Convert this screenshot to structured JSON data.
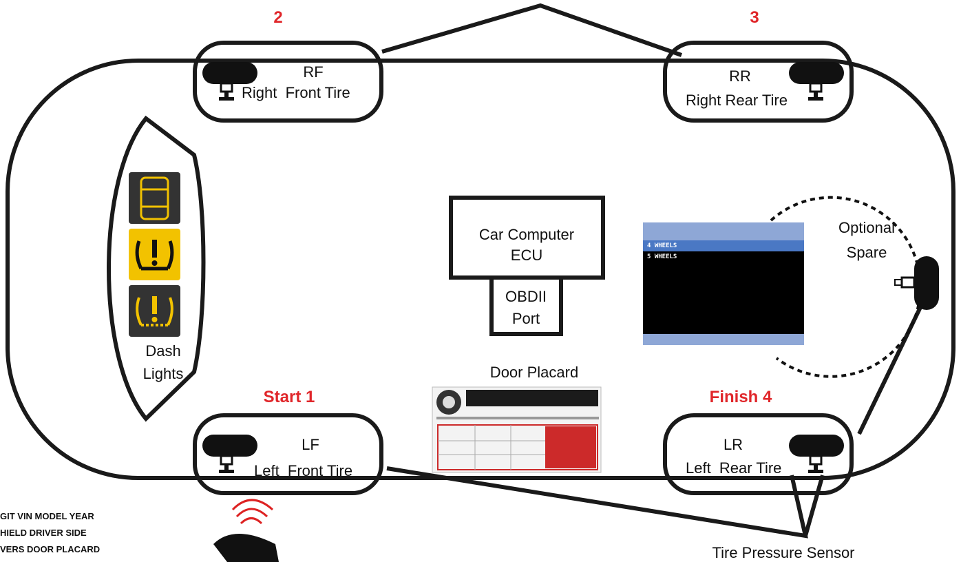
{
  "sequence": {
    "step_rf": "2",
    "step_rr": "3",
    "step_lf": "Start 1",
    "step_lr": "Finish 4"
  },
  "tires": {
    "rf": {
      "code": "RF",
      "name": "Right  Front Tire"
    },
    "rr": {
      "code": "RR",
      "name": "Right Rear Tire"
    },
    "lf": {
      "code": "LF",
      "name": "Left  Front Tire"
    },
    "lr": {
      "code": "LR",
      "name": "Left  Rear Tire"
    }
  },
  "dash_lights": {
    "line1": "Dash",
    "line2": "Lights"
  },
  "ecu": {
    "line1": "Car Computer",
    "line2": "ECU"
  },
  "obd": {
    "line1": "OBDII",
    "line2": "Port"
  },
  "door_placard": {
    "label": "Door Placard"
  },
  "spare": {
    "line1": "Optional",
    "line2": "Spare"
  },
  "sensor_label": "Tire Pressure Sensor",
  "tool_screen": {
    "options": [
      "4 WHEELS",
      "5 WHEELS"
    ],
    "selected_index": 0
  },
  "vin_note": [
    "GIT VIN MODEL YEAR",
    "HIELD DRIVER SIDE",
    "VERS DOOR PLACARD"
  ],
  "colors": {
    "accent_red": "#e0262a",
    "dash_yellow": "#f2c200",
    "screen_blue": "#8ea7d6",
    "select_blue": "#4a78c4"
  }
}
